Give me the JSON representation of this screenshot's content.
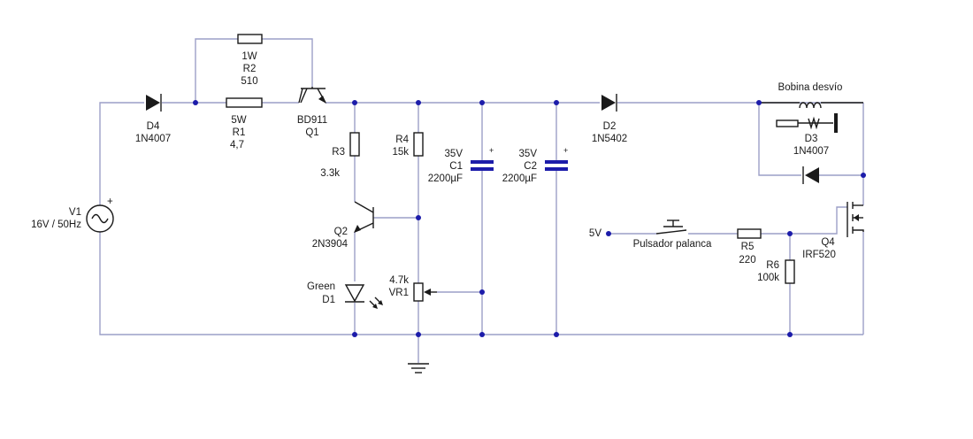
{
  "components": {
    "v1": {
      "ref": "V1",
      "value": "16V / 50Hz"
    },
    "d4": {
      "ref": "D4",
      "value": "1N4007"
    },
    "r2": {
      "power": "1W",
      "ref": "R2",
      "value": "510"
    },
    "r1": {
      "power": "5W",
      "ref": "R1",
      "value": "4,7"
    },
    "q1": {
      "value": "BD911",
      "ref": "Q1"
    },
    "r3": {
      "ref": "R3",
      "value": "3.3k"
    },
    "r4": {
      "ref": "R4",
      "value": "15k"
    },
    "c1": {
      "voltage": "35V",
      "ref": "C1",
      "value": "2200µF",
      "polarity": "+"
    },
    "c2": {
      "voltage": "35V",
      "ref": "C2",
      "value": "2200µF",
      "polarity": "+"
    },
    "d2": {
      "ref": "D2",
      "value": "1N5402"
    },
    "coil": {
      "label": "Bobina desvío"
    },
    "d3": {
      "ref": "D3",
      "value": "1N4007"
    },
    "q2": {
      "ref": "Q2",
      "value": "2N3904"
    },
    "d1": {
      "color": "Green",
      "ref": "D1"
    },
    "vr1": {
      "value": "4.7k",
      "ref": "VR1"
    },
    "input": {
      "label": "5V"
    },
    "switch": {
      "label": "Pulsador palanca"
    },
    "r5": {
      "ref": "R5",
      "value": "220"
    },
    "r6": {
      "ref": "R6",
      "value": "100k"
    },
    "q4": {
      "ref": "Q4",
      "value": "IRF520"
    },
    "source_polarity": "+"
  },
  "colors": {
    "wire": "#9c9fc7",
    "component": "#1a1a1a",
    "node": "#1c1caa"
  }
}
